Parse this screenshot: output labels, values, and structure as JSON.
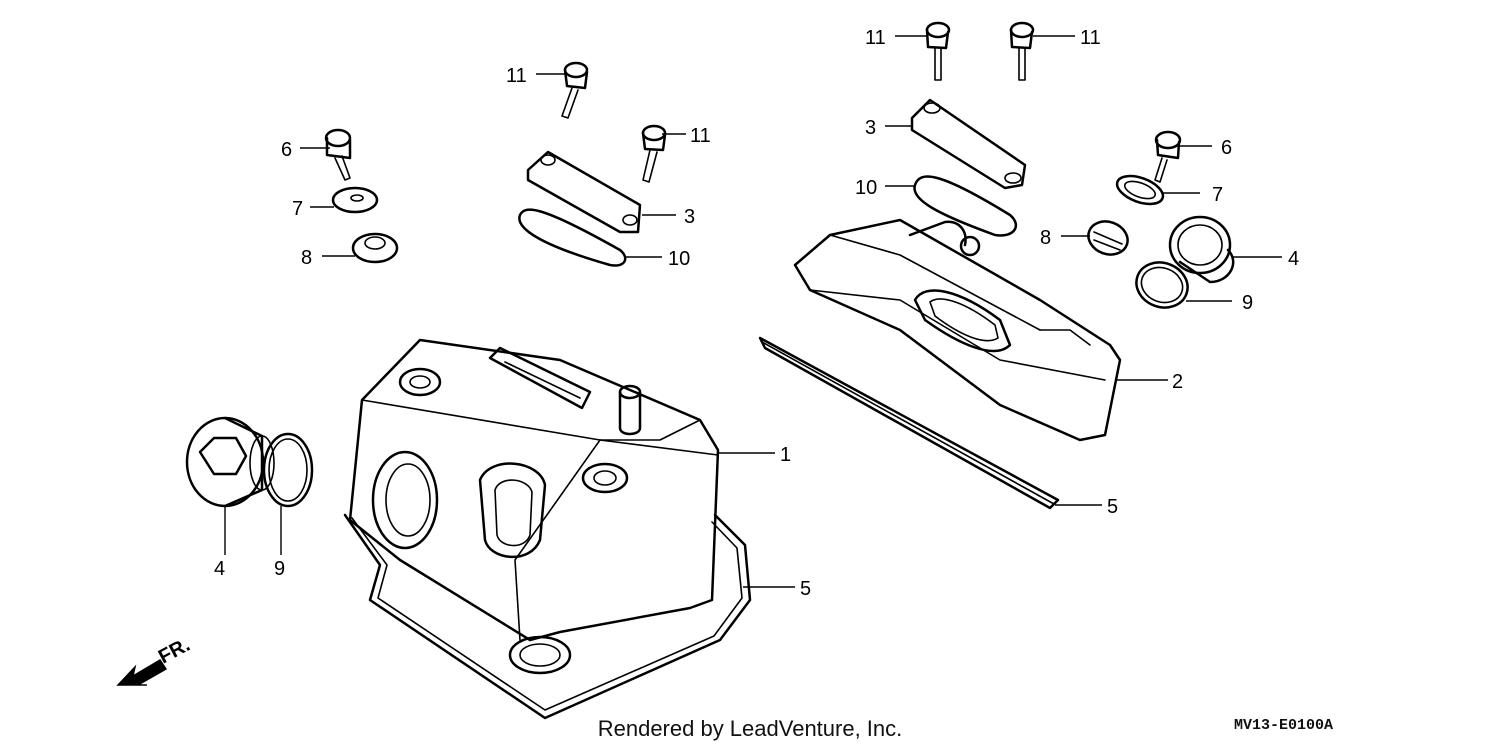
{
  "callouts": {
    "c1": "1",
    "c2": "2",
    "c3a": "3",
    "c3b": "3",
    "c4a": "4",
    "c4b": "4",
    "c5a": "5",
    "c5b": "5",
    "c6a": "6",
    "c6b": "6",
    "c7a": "7",
    "c7b": "7",
    "c8a": "8",
    "c8b": "8",
    "c9a": "9",
    "c9b": "9",
    "c10a": "10",
    "c10b": "10",
    "c11a": "11",
    "c11b": "11",
    "c11c": "11",
    "c11d": "11"
  },
  "direction_label": "FR.",
  "footer": {
    "credit": "Rendered by LeadVenture, Inc.",
    "diagram_code": "MV13-E0100A"
  }
}
